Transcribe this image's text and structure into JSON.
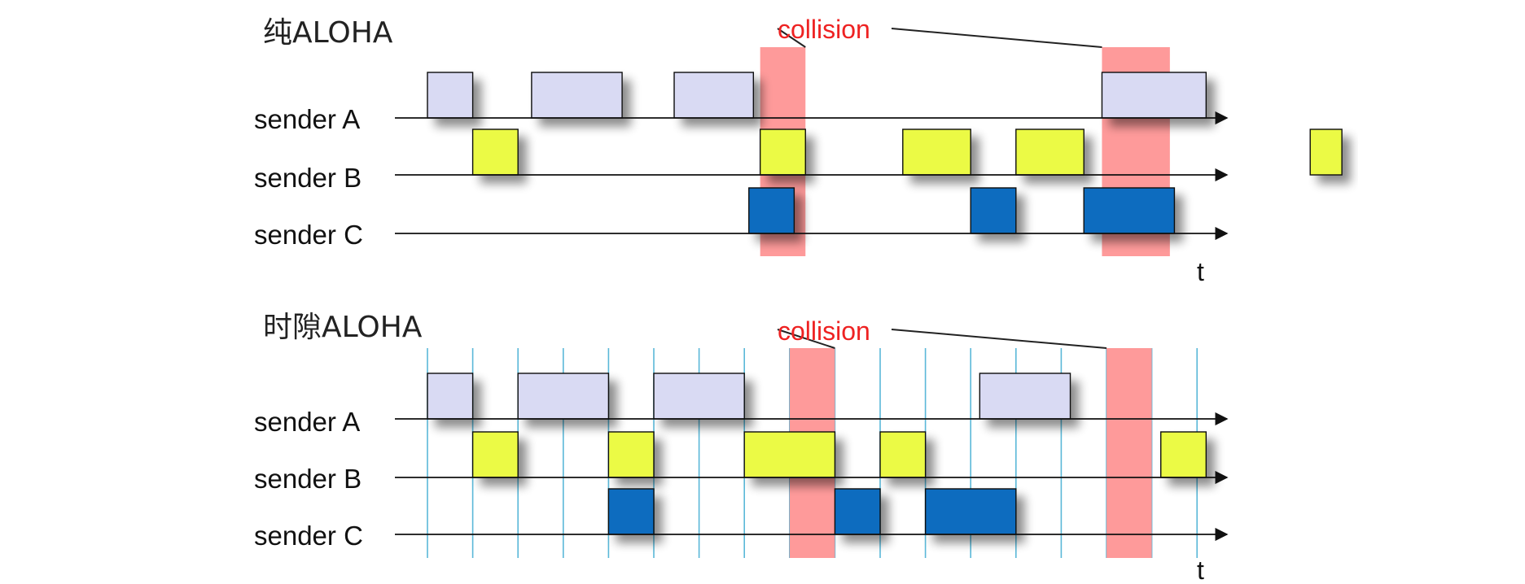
{
  "colors": {
    "background": "#ffffff",
    "collision_fill": "#fe9a9a",
    "collision_text": "#ee2222",
    "sender_a_fill": "#d9daf3",
    "sender_b_fill": "#ebfa45",
    "sender_c_fill": "#0d6cbf",
    "frame_border": "#111111",
    "axis": "#111111",
    "slot_line": "#5ab8d8",
    "leader_line": "#222222"
  },
  "diagram": {
    "time_label": "t",
    "collision_label": "collision",
    "senders": [
      "sender A",
      "sender B",
      "sender C"
    ],
    "panels": [
      {
        "id": "pure",
        "title": "纯ALOHA",
        "slotted": false,
        "collisions": [
          [
            7.35,
            8.35
          ],
          [
            14.9,
            16.4
          ]
        ],
        "frames": {
          "sender A": [
            [
              0,
              1
            ],
            [
              2.3,
              4.3
            ],
            [
              5.45,
              7.2
            ],
            [
              14.9,
              17.2
            ]
          ],
          "sender B": [
            [
              1,
              2
            ],
            [
              7.35,
              8.35
            ],
            [
              10.5,
              12
            ],
            [
              13,
              14.5
            ],
            [
              19.5,
              20.2
            ]
          ],
          "sender C": [
            [
              7.1,
              8.1
            ],
            [
              12.0,
              13.0
            ],
            [
              14.5,
              16.5
            ]
          ]
        }
      },
      {
        "id": "slotted",
        "title": "时隙ALOHA",
        "slotted": true,
        "slot_count": 17,
        "collisions": [
          [
            8,
            9
          ],
          [
            15,
            16
          ]
        ],
        "frames": {
          "sender A": [
            [
              0,
              1
            ],
            [
              2,
              4
            ],
            [
              5,
              7
            ],
            [
              12.2,
              14.2
            ]
          ],
          "sender B": [
            [
              1,
              2
            ],
            [
              4,
              5
            ],
            [
              7,
              9
            ],
            [
              10,
              11
            ],
            [
              16.2,
              17.2
            ]
          ],
          "sender C": [
            [
              4,
              5
            ],
            [
              9,
              10
            ],
            [
              11,
              13
            ]
          ]
        }
      }
    ]
  }
}
